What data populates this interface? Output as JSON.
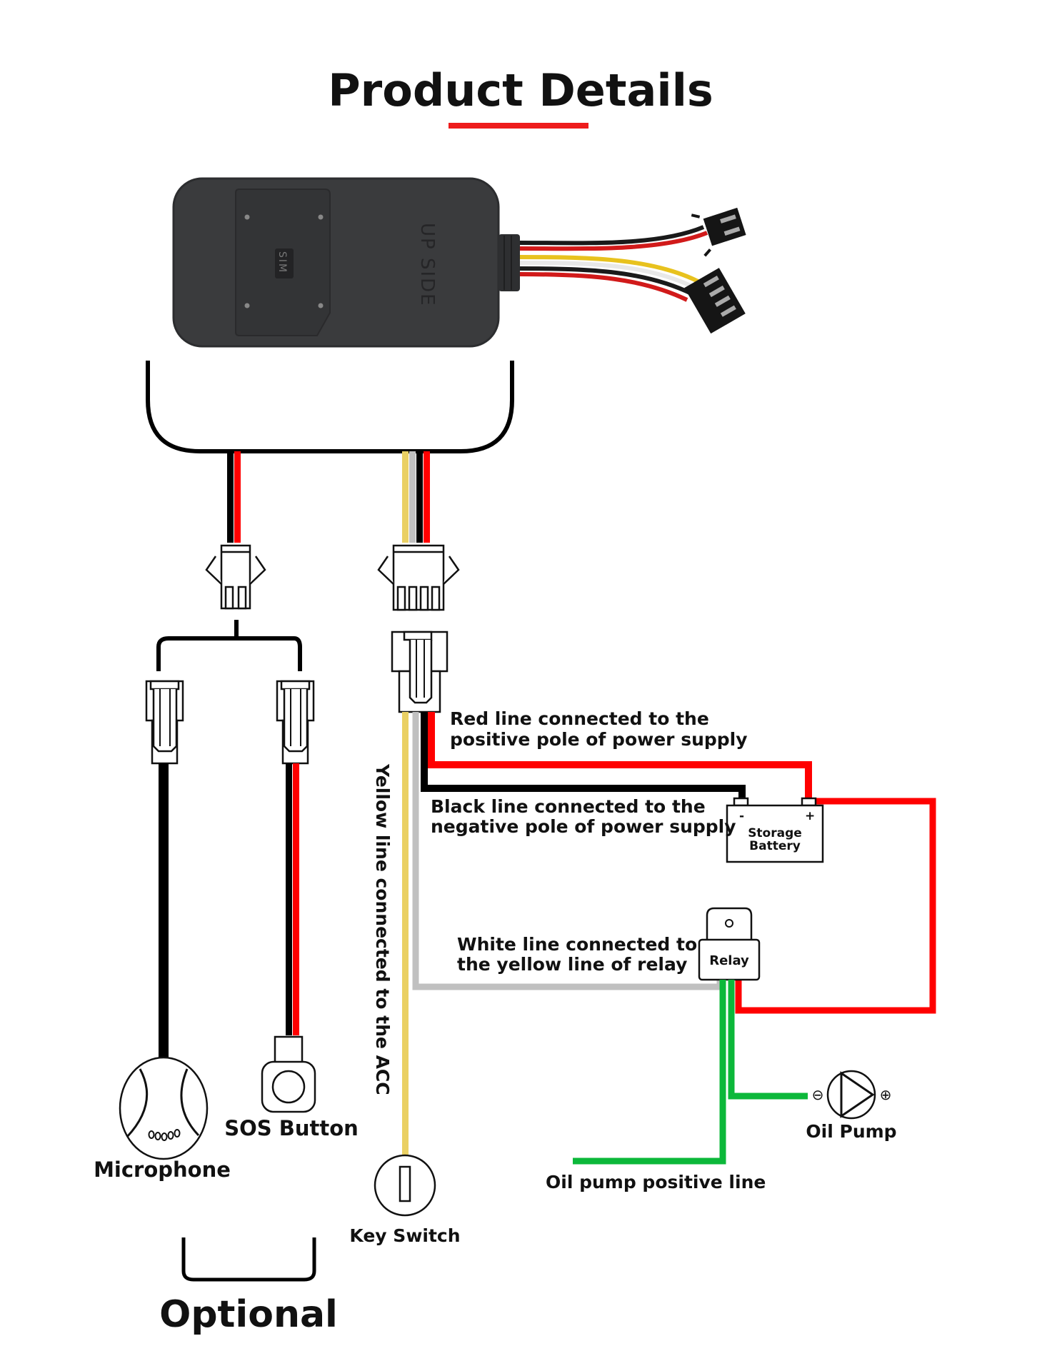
{
  "title": "Product Details",
  "colors": {
    "accent": "#ee1c1c",
    "wire_red": "#ff0000",
    "wire_black": "#000000",
    "wire_yellow": "#ead063",
    "wire_white": "#c0c0c0",
    "wire_green": "#0cb83a",
    "device_body": "#3a3b3d"
  },
  "device": {
    "sim_label": "SIM",
    "orientation_label": "UP SIDE"
  },
  "components": {
    "microphone": "Microphone",
    "sos_button": "SOS Button",
    "key_switch": "Key Switch",
    "storage_battery_line1": "Storage",
    "storage_battery_line2": "Battery",
    "battery_negative": "-",
    "battery_positive": "+",
    "relay": "Relay",
    "oil_pump": "Oil Pump",
    "pump_negative": "⊖",
    "pump_positive": "⊕"
  },
  "annotations": {
    "red_line_1": "Red line connected to the",
    "red_line_2": "positive pole of power supply",
    "black_line_1": "Black line connected to the",
    "black_line_2": "negative pole of power supply",
    "white_line_1": "White line connected to",
    "white_line_2": "the yellow line of relay",
    "yellow_line": "Yellow line connected to the ACC",
    "oil_pump_positive": "Oil pump positive line",
    "optional": "Optional"
  }
}
